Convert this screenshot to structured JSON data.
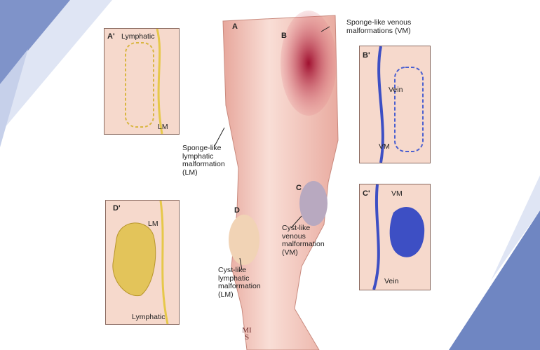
{
  "panels": {
    "a_prime": {
      "letter": "A'",
      "lymphatic": "Lymphatic",
      "lm": "LM"
    },
    "b_prime": {
      "letter": "B'",
      "vein": "Vein",
      "vm": "VM"
    },
    "c_prime": {
      "letter": "C'",
      "vm": "VM",
      "vein": "Vein"
    },
    "d_prime": {
      "letter": "D'",
      "lm": "LM",
      "lymphatic": "Lymphatic"
    }
  },
  "leg": {
    "a": "A",
    "b": "B",
    "c": "C",
    "d": "D",
    "sponge_vm": [
      "Sponge-like venous",
      "malformations (VM)"
    ],
    "sponge_lm": [
      "Sponge-like",
      "lymphatic",
      "malformation",
      "(LM)"
    ],
    "cyst_vm": [
      "Cyst-like",
      "venous",
      "malformation",
      "(VM)"
    ],
    "cyst_lm": [
      "Cyst-like",
      "lymphatic",
      "malformation",
      "(LM)"
    ]
  },
  "logo": "MIS",
  "colors": {
    "background_accent": "#6f86c2",
    "lymph": "#e6c84a",
    "vein": "#3d4fc4",
    "skin": "#f3c9bd"
  }
}
